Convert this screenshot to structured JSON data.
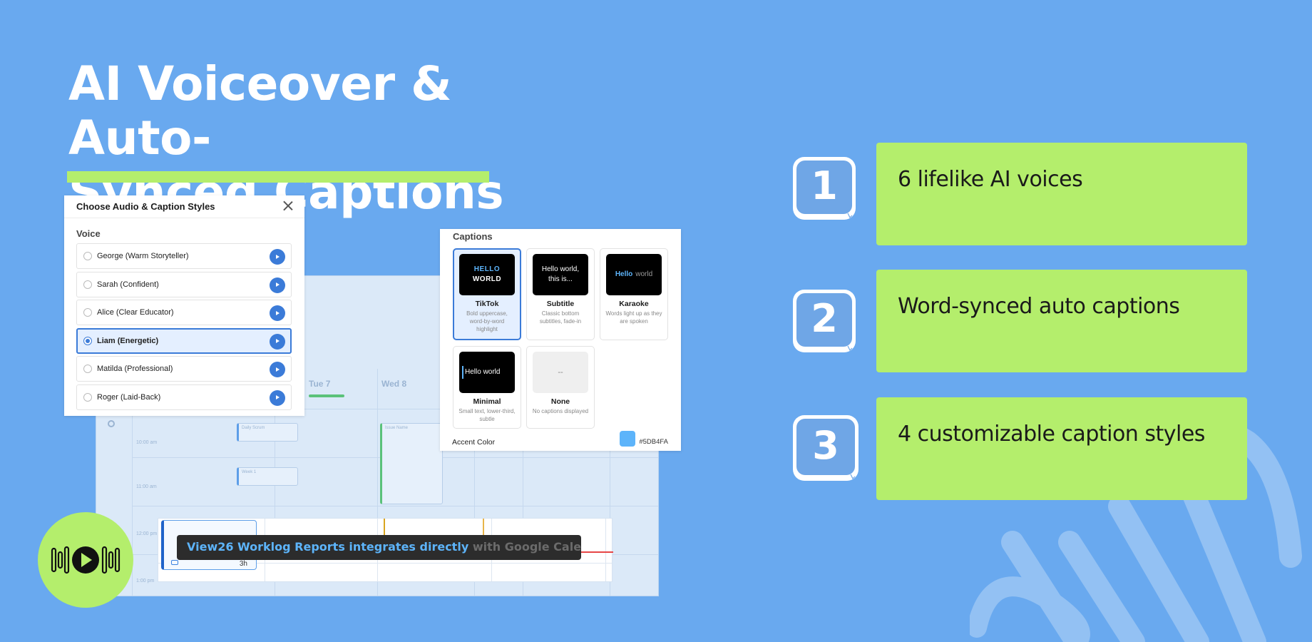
{
  "headline": {
    "line1": "AI Voiceover & Auto-",
    "line2": "Synced Captions"
  },
  "calendar": {
    "days": [
      "Tue 7",
      "Wed 8"
    ],
    "times": [
      "10:00 am",
      "11:00 am",
      "12:00 pm",
      "1:00 pm"
    ],
    "events": [
      "Daily Scrum",
      "Week 1",
      "Issue Name"
    ],
    "duration": "3h"
  },
  "caption_overlay": {
    "highlighted": "View26 Worklog Reports integrates directly",
    "rest": "with Google Calendar"
  },
  "voice_panel": {
    "title": "Choose Audio & Caption Styles",
    "section_label": "Voice",
    "voices": [
      {
        "name": "George (Warm Storyteller)",
        "selected": false
      },
      {
        "name": "Sarah (Confident)",
        "selected": false
      },
      {
        "name": "Alice (Clear Educator)",
        "selected": false
      },
      {
        "name": "Liam (Energetic)",
        "selected": true
      },
      {
        "name": "Matilda (Professional)",
        "selected": false
      },
      {
        "name": "Roger (Laid-Back)",
        "selected": false
      }
    ]
  },
  "captions_panel": {
    "title": "Captions",
    "styles": [
      {
        "name": "TikTok",
        "preview1": "HELLO",
        "preview2": "WORLD",
        "desc": "Bold uppercase, word-by-word highlight",
        "selected": true
      },
      {
        "name": "Subtitle",
        "preview1": "Hello world,",
        "preview2": "this is...",
        "desc": "Classic bottom subtitles, fade-in",
        "selected": false
      },
      {
        "name": "Karaoke",
        "preview1": "Hello",
        "preview2": "world",
        "desc": "Words light up as they are spoken",
        "selected": false
      },
      {
        "name": "Minimal",
        "preview1": "Hello world",
        "preview2": "",
        "desc": "Small text, lower-third, subtle",
        "selected": false
      },
      {
        "name": "None",
        "preview1": "--",
        "preview2": "",
        "desc": "No captions displayed",
        "selected": false
      }
    ],
    "accent_label": "Accent Color",
    "accent_value": "#5DB4FA"
  },
  "features": [
    {
      "number": "1",
      "text": "6 lifelike AI voices"
    },
    {
      "number": "2",
      "text": "Word-synced auto captions"
    },
    {
      "number": "3",
      "text": "4 customizable caption styles"
    }
  ],
  "colors": {
    "background": "#69a9ef",
    "accent_green": "#b4ee6c",
    "accent_blue": "#5db4fa",
    "primary_blue": "#3b7bd8"
  },
  "icons": {
    "play_badge": "audio-play-icon",
    "close": "close-icon",
    "voice_play": "play-icon"
  }
}
